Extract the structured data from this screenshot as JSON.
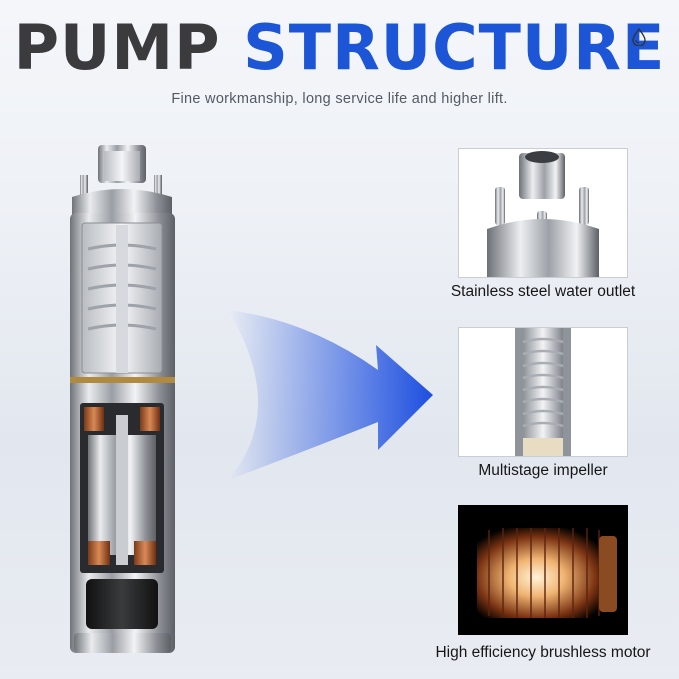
{
  "header": {
    "title_part1": "PUMP",
    "title_part2": "STRUCTURE",
    "subtitle": "Fine workmanship, long service life and higher lift."
  },
  "features": [
    {
      "caption": "Stainless steel water outlet"
    },
    {
      "caption": "Multistage impeller"
    },
    {
      "caption": "High efficiency brushless motor"
    }
  ],
  "colors": {
    "title_dark": "#3b3b3d",
    "title_accent": "#1c56d6",
    "arrow": "#1d4fe0"
  },
  "icons": [
    "water-drop-icon",
    "pump-cutaway-image",
    "flow-arrow-icon"
  ]
}
